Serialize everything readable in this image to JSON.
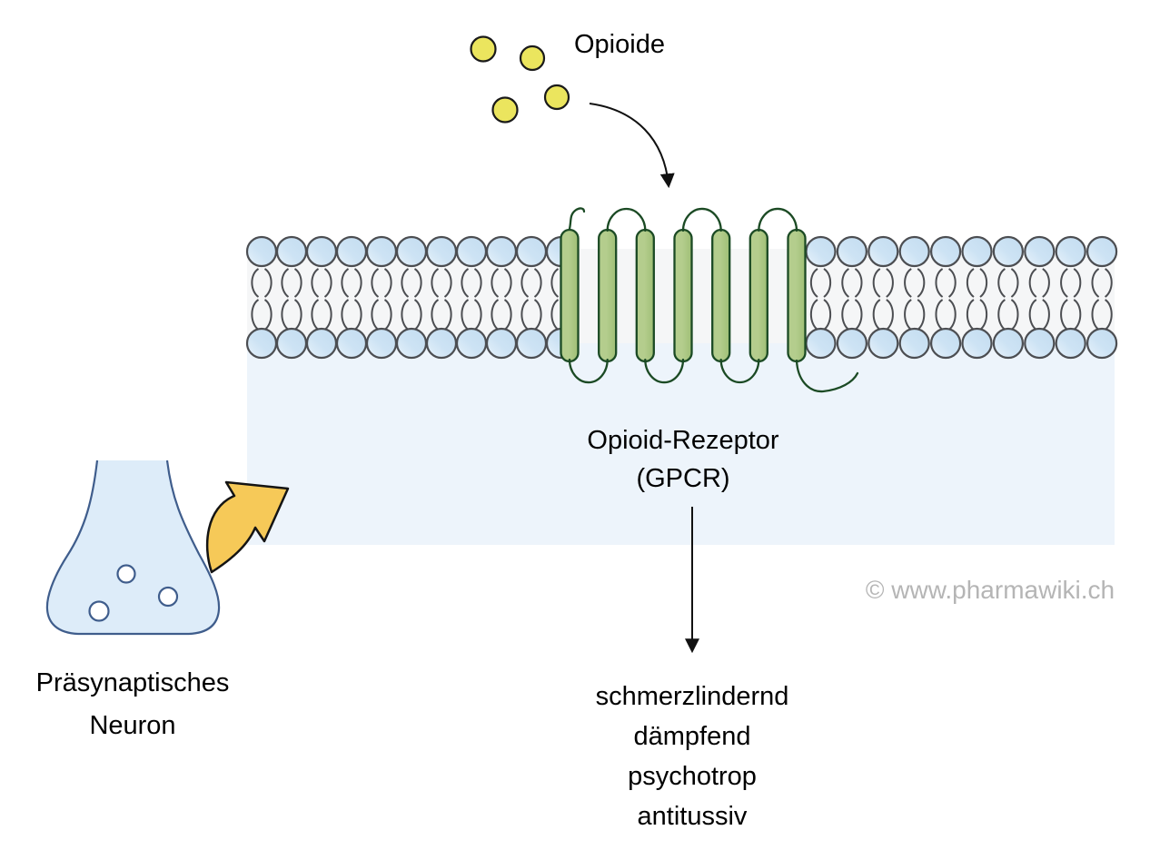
{
  "labels": {
    "opioids": "Opioide",
    "receptor_name": "Opioid-Rezeptor",
    "receptor_type": "(GPCR)",
    "neuron_line1": "Präsynaptisches",
    "neuron_line2": "Neuron",
    "watermark": "© www.pharmawiki.ch"
  },
  "effects": [
    "schmerzlindernd",
    "dämpfend",
    "psychotrop",
    "antitussiv"
  ],
  "diagram": {
    "opioid_molecule_count": 4,
    "receptor_helix_count": 7,
    "vesicle_count": 3
  },
  "colors": {
    "opioid_fill": "#ebe55e",
    "opioid_stroke": "#1a1a1a",
    "helix_fill": "#9fbf76",
    "helix_light": "#b4cd8d",
    "helix_stroke": "#1b4a24",
    "lipid_head_fill": "#cde3f4",
    "lipid_stroke": "#4c4e52",
    "cytoplasm_fill": "#edf4fb",
    "membrane_core_fill": "#f5f6f7",
    "arrow_yellow_fill": "#f6c958",
    "neuron_fill": "#ddecf9",
    "neuron_stroke": "#3f5d8c",
    "watermark_color": "#b5b5b5"
  }
}
